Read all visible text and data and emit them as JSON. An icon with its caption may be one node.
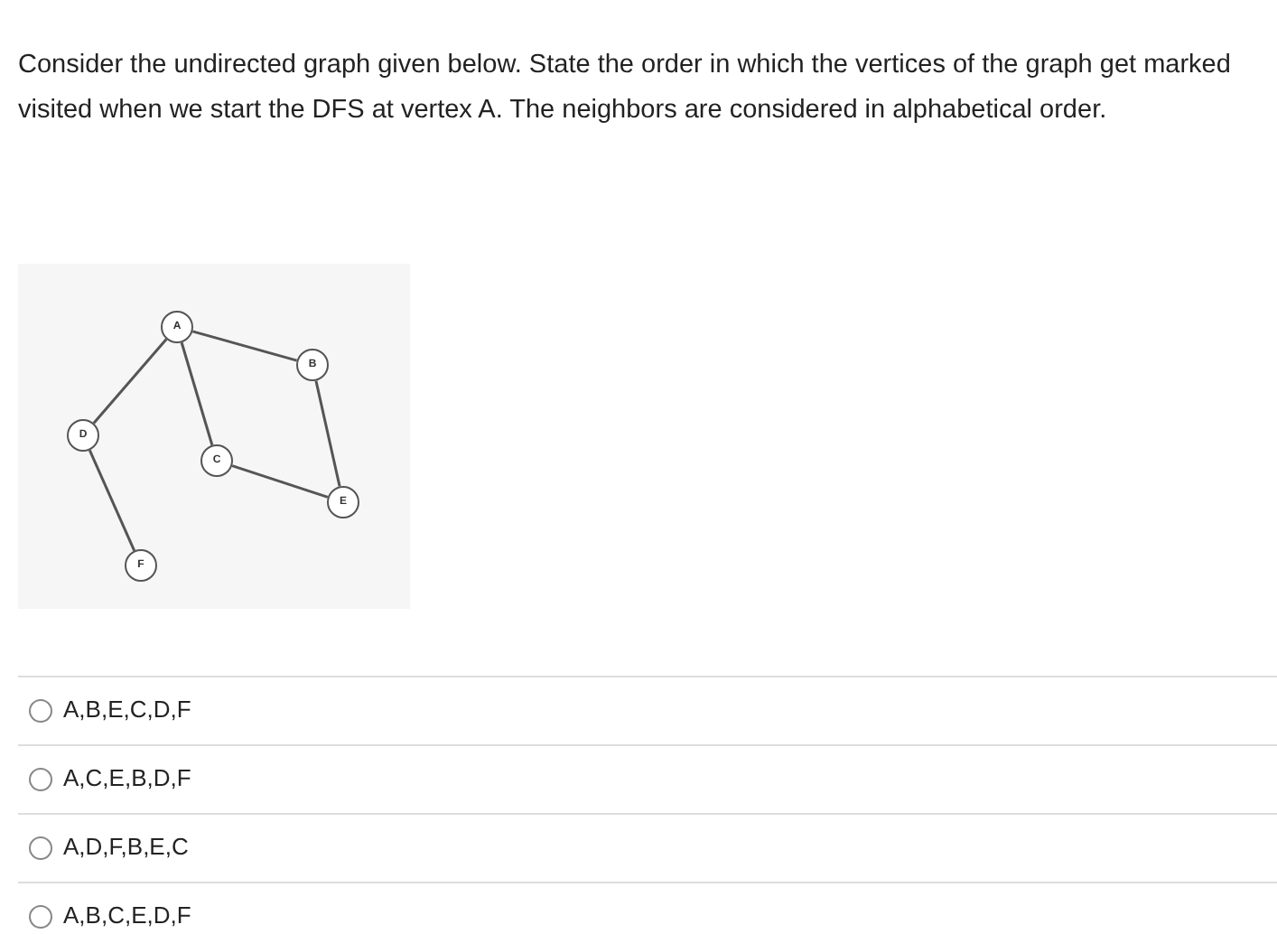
{
  "diagram": {
    "nodes": [
      {
        "text": [
          "A"
        ]
      },
      {
        "text": [
          "B"
        ]
      },
      {
        "text": [
          "D"
        ]
      },
      {
        "text": [
          "C"
        ]
      },
      {
        "text": [
          "E"
        ]
      },
      {
        "text": [
          "F"
        ]
      }
    ],
    "edges": [
      {
        "from": 0,
        "to": 2,
        "arrow": "none"
      },
      {
        "from": 0,
        "to": 3,
        "arrow": "none"
      },
      {
        "from": 0,
        "to": 1,
        "arrow": "none"
      },
      {
        "from": 1,
        "to": 4,
        "arrow": "none"
      },
      {
        "from": 3,
        "to": 4,
        "arrow": "none"
      },
      {
        "from": 2,
        "to": 5,
        "arrow": "none"
      }
    ],
    "labels": [
      "Consider the undirected graph given below. State the order in which the vertices of the graph get marked visited when we start the DFS at vertex A. The neighbors are considered in alphabetical order.",
      "A,B,E,C,D,F",
      "A,C,E,B,D,F",
      "A,D,F,B,E,C",
      "A,B,C,E,D,F"
    ]
  }
}
